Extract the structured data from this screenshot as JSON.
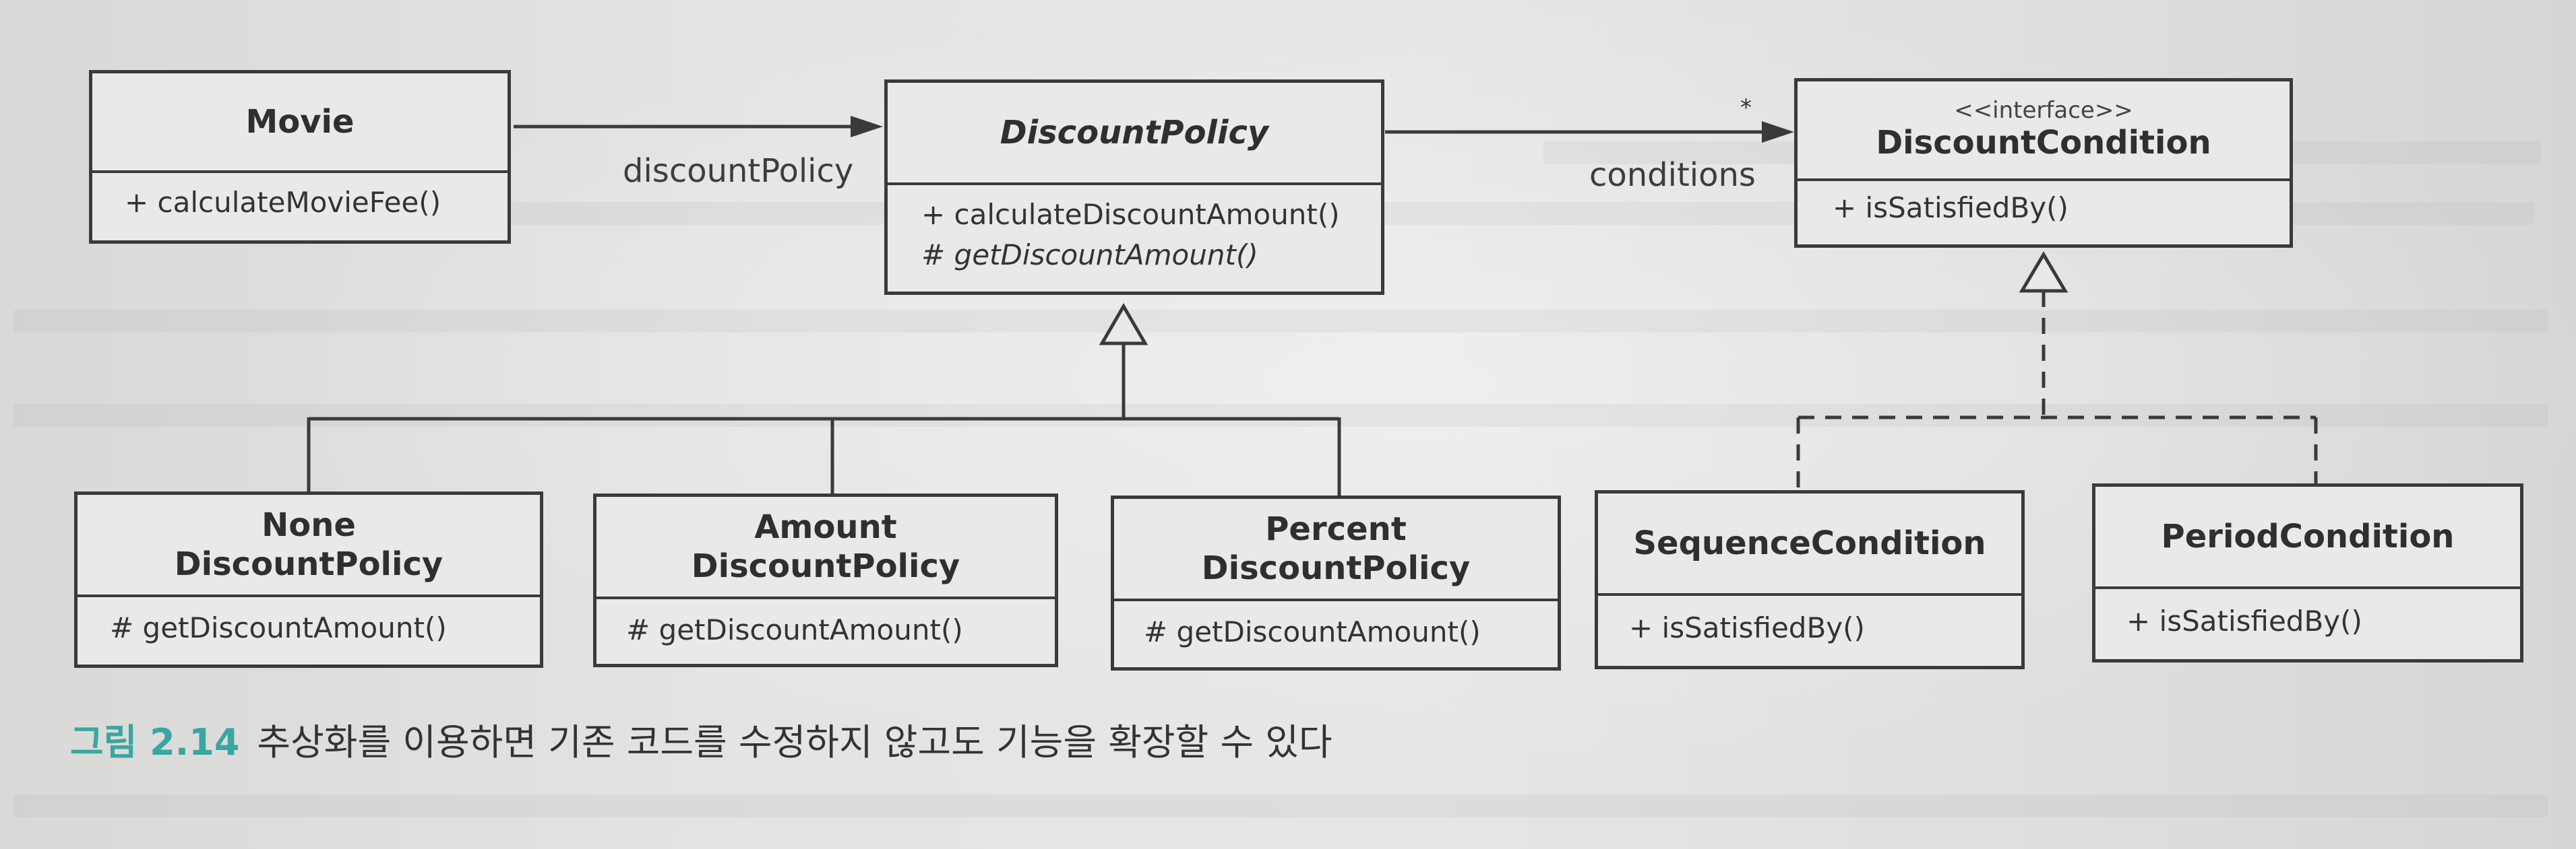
{
  "classes": {
    "movie": {
      "name": "Movie",
      "methods": [
        "+ calculateMovieFee()"
      ]
    },
    "discount_policy": {
      "name": "DiscountPolicy",
      "methods": [
        "+ calculateDiscountAmount()",
        "# getDiscountAmount()"
      ]
    },
    "discount_condition": {
      "stereotype": "<<interface>>",
      "name": "DiscountCondition",
      "methods": [
        "+ isSatisfiedBy()"
      ]
    },
    "none_discount_policy": {
      "name_lines": [
        "None",
        "DiscountPolicy"
      ],
      "methods": [
        "# getDiscountAmount()"
      ]
    },
    "amount_discount_policy": {
      "name_lines": [
        "Amount",
        "DiscountPolicy"
      ],
      "methods": [
        "# getDiscountAmount()"
      ]
    },
    "percent_discount_policy": {
      "name_lines": [
        "Percent",
        "DiscountPolicy"
      ],
      "methods": [
        "# getDiscountAmount()"
      ]
    },
    "sequence_condition": {
      "name": "SequenceCondition",
      "methods": [
        "+ isSatisfiedBy()"
      ]
    },
    "period_condition": {
      "name": "PeriodCondition",
      "methods": [
        "+ isSatisfiedBy()"
      ]
    }
  },
  "associations": {
    "movie_to_policy": "discountPolicy",
    "policy_to_condition": "conditions",
    "policy_to_condition_multiplicity": "*"
  },
  "caption": {
    "number": "그림 2.14",
    "text": "추상화를 이용하면 기존 코드를 수정하지 않고도 기능을 확장할 수 있다"
  },
  "colors": {
    "line": "#3a3a3a",
    "box_fill": "#e9e9e7",
    "caption_accent": "#3aa6a0"
  }
}
